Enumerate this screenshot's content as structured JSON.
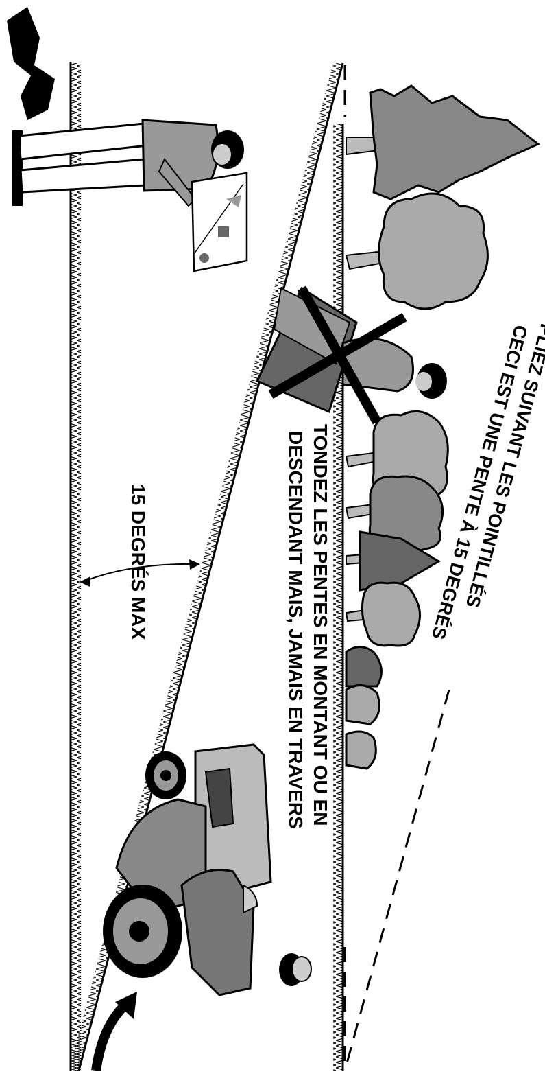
{
  "labels": {
    "angle": "15 DEGRÉS MAX",
    "instruction_line1": "TONDEZ LES PENTES EN MONTANT OU EN",
    "instruction_line2": "DESCENDANT MAIS, JAMAIS EN TRAVERS",
    "fold_line1": "PLIEZ SUIVANT LES POINTILLÉS",
    "fold_line2": "CECI EST UNE PENTE À 15 DEGRÉS"
  },
  "slope": {
    "max_angle_deg": 15
  },
  "colors": {
    "ink": "#000000",
    "mid_gray": "#999999",
    "dark_gray": "#666666",
    "light_gray": "#bbbbbb",
    "paper": "#ffffff"
  }
}
